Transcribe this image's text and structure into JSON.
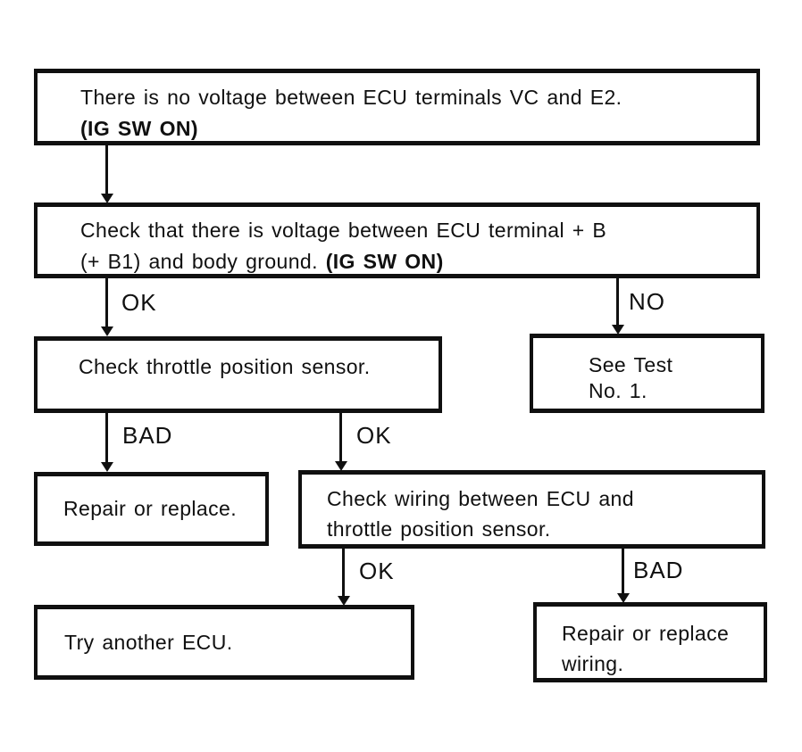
{
  "colors": {
    "ink": "#101010",
    "paper": "#ffffff"
  },
  "nodes": {
    "no_voltage": {
      "line1": "There is no voltage between ECU terminals VC and E2.",
      "line2": "(IG SW ON)"
    },
    "check_voltage": {
      "line1": "Check that there is voltage between ECU terminal + B",
      "line2": "(+ B1) and body ground. ",
      "line2_bold": "(IG SW ON)"
    },
    "check_tps": {
      "line1": "Check throttle position sensor."
    },
    "see_test": {
      "line1": "See Test",
      "line2": "No. 1."
    },
    "repair_replace": {
      "line1": "Repair or replace."
    },
    "check_wiring": {
      "line1": "Check wiring between ECU and",
      "line2": "throttle position sensor."
    },
    "try_ecu": {
      "line1": "Try another ECU."
    },
    "repair_wiring": {
      "line1": "Repair or replace",
      "line2": "wiring."
    }
  },
  "edge_labels": {
    "check_voltage_ok": "OK",
    "check_voltage_no": "NO",
    "check_tps_bad": "BAD",
    "check_tps_ok": "OK",
    "check_wiring_ok": "OK",
    "check_wiring_bad": "BAD"
  }
}
